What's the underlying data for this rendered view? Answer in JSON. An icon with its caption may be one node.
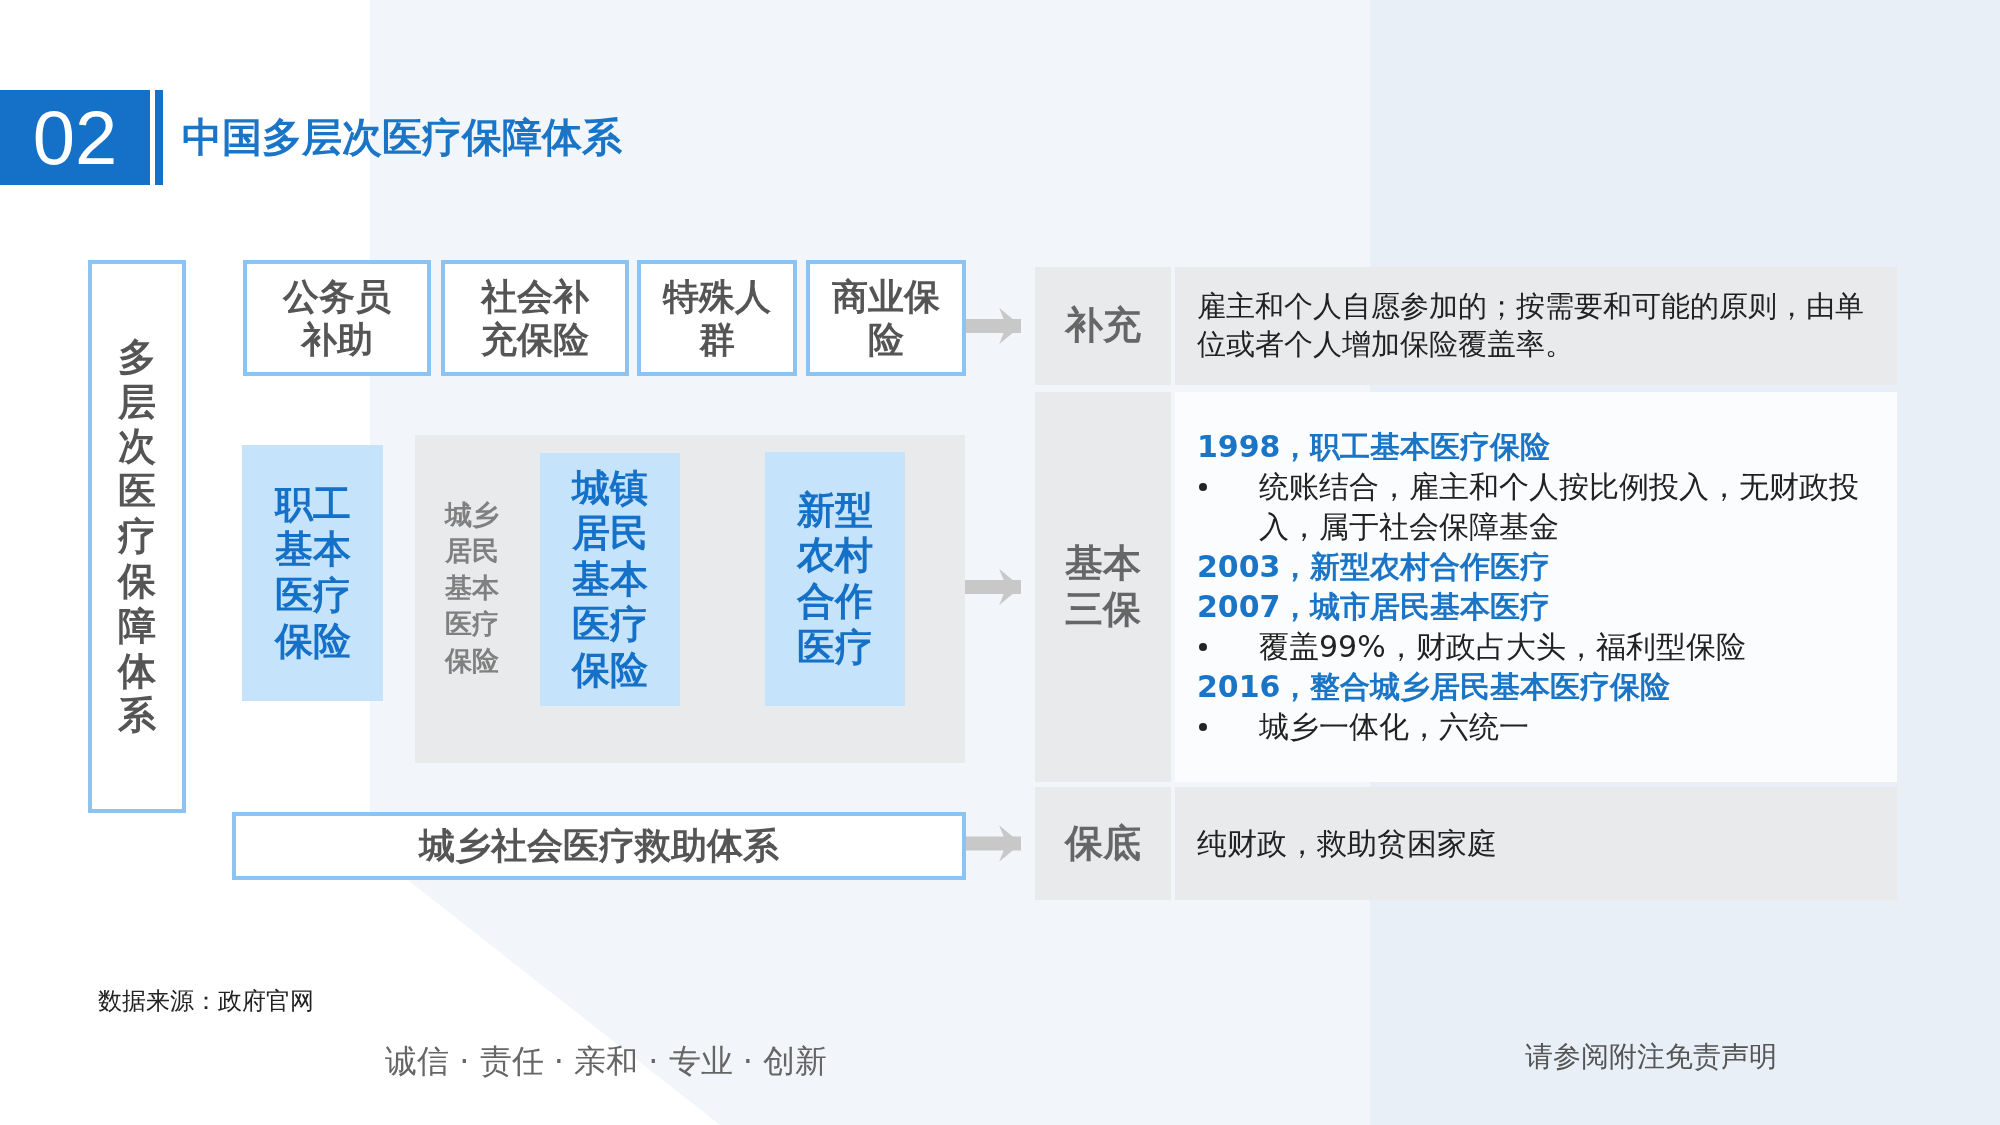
{
  "diagram": {
    "title": "中国多层次医疗保障体系",
    "nodes": [
      {
        "text": [
          "多层次医疗保障体系"
        ]
      },
      {
        "text": [
          "公务员补助"
        ]
      },
      {
        "text": [
          "社会补充保险"
        ]
      },
      {
        "text": [
          "特殊人群"
        ]
      },
      {
        "text": [
          "商业保险"
        ]
      },
      {
        "text": [
          "职工基本医疗保险"
        ]
      },
      {
        "text": [
          "城乡居民基本医疗保险"
        ]
      },
      {
        "text": [
          "城镇居民基本医疗保险"
        ],
        "in": 6
      },
      {
        "text": [
          "新型农村合作医疗"
        ],
        "in": 6
      },
      {
        "text": [
          "城乡社会医疗救助体系"
        ]
      },
      {
        "text": [
          "补充"
        ]
      },
      {
        "text": [
          "雇主和个人自愿参加的；按需要和可能的原则，由单位或者个人增加保险覆盖率。"
        ]
      },
      {
        "text": [
          "基本三保"
        ]
      },
      {
        "text": [
          "1998，职工基本医疗保险",
          "统账结合，雇主和个人按比例投入，无财政投入，属于社会保障基金",
          "2003，新型农村合作医疗",
          "2007，城市居民基本医疗",
          "覆盖99%，财政占大头，福利型保险",
          "2016，整合城乡居民基本医疗保险",
          "城乡一体化，六统一"
        ]
      },
      {
        "text": [
          "保底"
        ]
      },
      {
        "text": [
          "纯财政，救助贫困家庭"
        ]
      }
    ],
    "edges": [
      {
        "from": 4,
        "to": 10,
        "arrow": "to"
      },
      {
        "from": 6,
        "to": 12,
        "arrow": "to"
      },
      {
        "from": 9,
        "to": 14,
        "arrow": "to"
      }
    ],
    "labels": [
      "02",
      "数据来源：政府官网",
      "诚信 · 责任 · 亲和 · 专业 · 创新",
      "请参阅附注免责声明"
    ]
  }
}
